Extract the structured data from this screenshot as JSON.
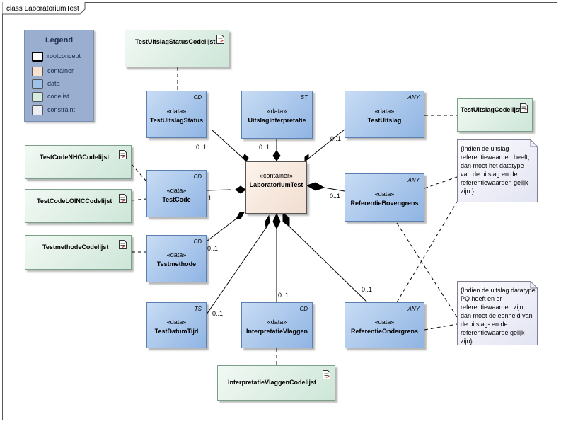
{
  "diagram": {
    "frame_title": "class LaboratoriumTest"
  },
  "legend": {
    "title": "Legend",
    "items": [
      {
        "label": "rootconcept",
        "color": "#ffffff"
      },
      {
        "label": "container",
        "color": "#f7e2d2"
      },
      {
        "label": "data",
        "color": "#9ec2ea"
      },
      {
        "label": "codelist",
        "color": "#d6ecdf"
      },
      {
        "label": "constraint",
        "color": "#ececf4"
      }
    ]
  },
  "container": {
    "stereotype": "«container»",
    "name": "LaboratoriumTest"
  },
  "data_classes": {
    "testuitslagstatus": {
      "stereotype": "«data»",
      "name": "TestUitslagStatus",
      "type": "CD"
    },
    "uitslaginterpretatie": {
      "stereotype": "«data»",
      "name": "UitslagInterpretatie",
      "type": "ST"
    },
    "testuitslag": {
      "stereotype": "«data»",
      "name": "TestUitslag",
      "type": "ANY"
    },
    "testcode": {
      "stereotype": "«data»",
      "name": "TestCode",
      "type": "CD"
    },
    "referentiebovengrens": {
      "stereotype": "«data»",
      "name": "ReferentieBovengrens",
      "type": "ANY"
    },
    "testmethode": {
      "stereotype": "«data»",
      "name": "Testmethode",
      "type": "CD"
    },
    "testdatumtijd": {
      "stereotype": "«data»",
      "name": "TestDatumTijd",
      "type": "TS"
    },
    "interpretatievlaggen": {
      "stereotype": "«data»",
      "name": "InterpretatieVlaggen",
      "type": "CD"
    },
    "referentieondergrens": {
      "stereotype": "«data»",
      "name": "ReferentieOndergrens",
      "type": "ANY"
    }
  },
  "codelists": {
    "testuitslagstatus": "TestUitslagStatusCodelijst",
    "testuitslag": "TestUitslagCodelijst",
    "testcodenhg": "TestCodeNHGCodelijst",
    "testcodeloinc": "TestCodeLOINCCodelijst",
    "testmethode": "TestmethodeCodelijst",
    "interpretatievlaggen": "InterpretatieVlaggenCodelijst"
  },
  "icons": {
    "codelist": "document-icon"
  },
  "notes": {
    "bovengrens": "{Indien de uitslag referentiewaarden heeft, dan moet het datatype van de uitslag en de referentiewaarden gelijk zijn.}",
    "ondergrens": "{Indien de uitslag datatype PQ heeft en er referentiewaarden zijn, dan moet de eenheid van de uitslag- en de referentiewaarde gelijk zijn}"
  },
  "multiplicities": {
    "testuitslagstatus": "0..1",
    "uitslaginterpretatie": "0..1",
    "testuitslag": "0..1",
    "testcode": "1",
    "referentiebovengrens": "0..1",
    "testmethode": "0..1",
    "testdatumtijd": "0..1",
    "interpretatievlaggen": "0..1",
    "referentieondergrens": "0..1"
  }
}
